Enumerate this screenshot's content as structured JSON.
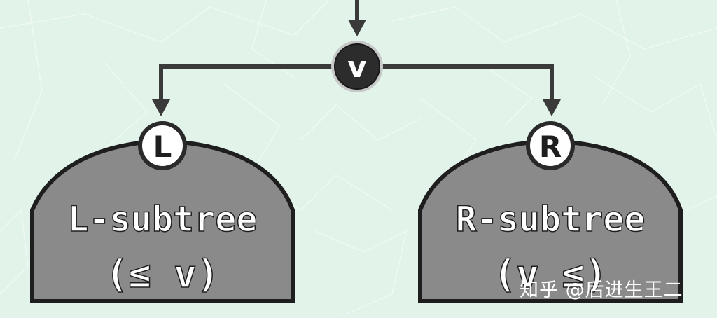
{
  "colors": {
    "background": "#e2f4ea",
    "texture_lines": "#ffffff",
    "arrow": "#3a3a3a",
    "subtree_fill": "#8a8a8a",
    "subtree_stroke": "#1e1e1e",
    "node_root_fill": "#2c2c2c",
    "node_child_fill": "#ffffff",
    "node_ring": "#c8c8c8",
    "label_text": "#ffffff"
  },
  "nodes": {
    "root": {
      "label": "v"
    },
    "left": {
      "label": "L"
    },
    "right": {
      "label": "R"
    }
  },
  "subtrees": {
    "left": {
      "title": "L-subtree",
      "condition": "(≤ v)"
    },
    "right": {
      "title": "R-subtree",
      "condition": "(v ≤)"
    }
  },
  "watermark": {
    "text": "知乎 @后进生王二"
  }
}
